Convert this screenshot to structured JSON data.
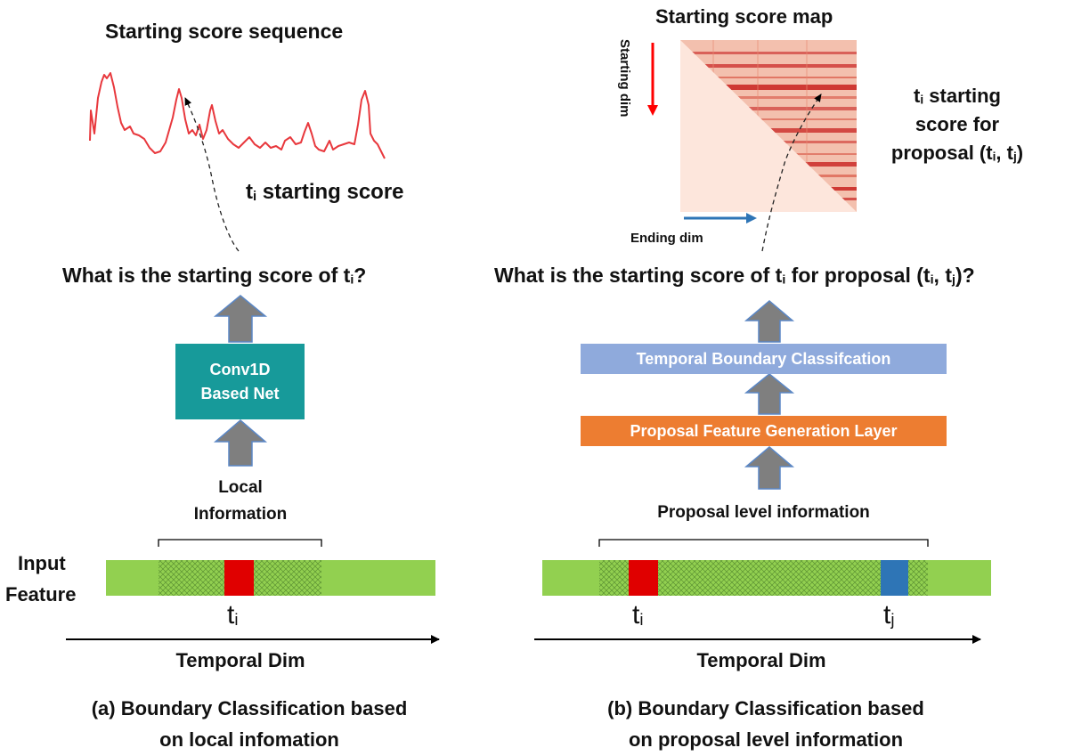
{
  "left": {
    "plot_title": "Starting score sequence",
    "pointer_label_main": "t",
    "pointer_label_sub": "i",
    "pointer_label_rest": " starting score",
    "question_pre": "What is the starting score of t",
    "question_sub": "i",
    "question_post": "?",
    "net_line1": "Conv1D",
    "net_line2": "Based Net",
    "info_line1": "Local",
    "info_line2": "Information",
    "input_line1": "Input",
    "input_line2": "Feature",
    "tick_main": "t",
    "tick_sub": "i",
    "axis_label": "Temporal Dim",
    "caption_line1": "(a) Boundary Classification based",
    "caption_line2": "on local infomation"
  },
  "right": {
    "map_title": "Starting score map",
    "y_axis_label": "Starting dim",
    "x_axis_label": "Ending dim",
    "desc_line1_main": "t",
    "desc_line1_sub": "i",
    "desc_line1_rest": " starting",
    "desc_line2": "score for",
    "desc_line3_pre": "proposal (t",
    "desc_line3_sub1": "i",
    "desc_line3_mid": ", t",
    "desc_line3_sub2": "j",
    "desc_line3_post": ")",
    "question_pre": "What is the starting score of t",
    "question_sub1": "i",
    "question_mid": " for proposal (t",
    "question_sub2": "i",
    "question_mid2": ", t",
    "question_sub3": "j",
    "question_post": ")?",
    "tbc_label": "Temporal Boundary Classifcation",
    "pfg_label": "Proposal Feature Generation Layer",
    "info_label": "Proposal level information",
    "tick1_main": "t",
    "tick1_sub": "i",
    "tick2_main": "t",
    "tick2_sub": "j",
    "axis_label": "Temporal Dim",
    "caption_line1": "(b) Boundary Classification based",
    "caption_line2": "on proposal level information"
  },
  "colors": {
    "score_line": "#e8383d",
    "net_box": "#179a9a",
    "tbc_box": "#8faadc",
    "pfg_box": "#ed7d31",
    "arrow_fill": "#7f7f7f",
    "arrow_stroke": "#5b87c5",
    "feature_bar": "#92d050",
    "ti_cell": "#e00000",
    "tj_cell": "#2e75b6",
    "map_bg": "#fde6dc",
    "map_stripe": "#c8211f",
    "red_arrow": "#ff0000",
    "blue_arrow": "#2e75b6"
  }
}
